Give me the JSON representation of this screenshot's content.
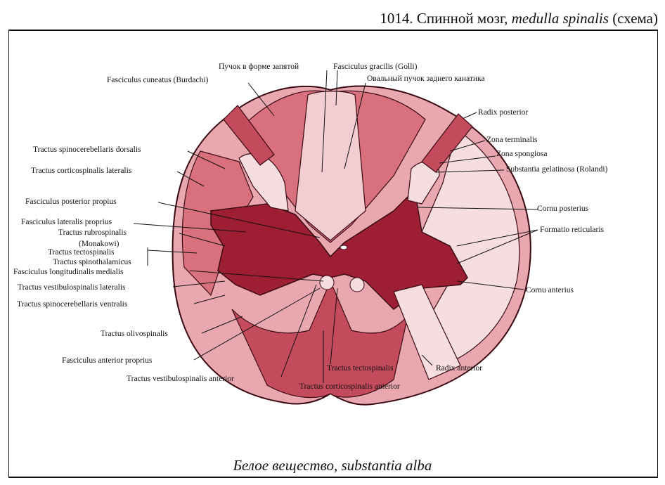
{
  "header": {
    "number": "1014.",
    "title_ru": "Спинной мозг,",
    "title_latin": "medulla spinalis",
    "title_note": "(схема)"
  },
  "caption": {
    "ru": "Белое вещество,",
    "latin": "substantia alba"
  },
  "colors": {
    "white_matter_outer": "#e9a8b0",
    "white_matter_mid": "#d9707d",
    "white_matter_dark": "#c44b5c",
    "gray_matter": "#9e1f33",
    "pale": "#f6dde0",
    "outline": "#3a0a12"
  },
  "labels": {
    "puchok_zapyatoy": "Пучок в форме запятой",
    "fasc_gracilis": "Fasciculus gracilis (Golli)",
    "fasc_cuneatus": "Fasciculus cuneatus (Burdachi)",
    "ovalny_puchok": "Овальный пучок заднего канатика",
    "radix_posterior": "Radix posterior",
    "zona_terminalis": "Zona terminalis",
    "zona_spongiosa": "Zona spongiosa",
    "subst_gelatinosa": "Substantia gelatinosa (Rolandi)",
    "tr_spinocereb_dorsalis": "Tractus spinocerebellaris dorsalis",
    "tr_corticospinalis_lat": "Tractus corticospinalis lateralis",
    "fasc_posterior_propius": "Fasciculus posterior propius",
    "cornu_posterius": "Cornu posterius",
    "fasc_lateralis_proprius": "Fasciculus lateralis proprius",
    "formatio_reticularis": "Formatio reticularis",
    "tr_rubrospinalis": "Tractus rubrospinalis",
    "monakowi": "(Monakowi)",
    "tr_tectospinalis_l": "Tractus tectospinalis",
    "tr_spinothalamicus": "Tractus spinothalamicus",
    "fasc_long_medialis": "Fasciculus longitudinalis medialis",
    "cornu_anterius": "Cornu anterius",
    "tr_vestibulospinalis_lat": "Tractus vestibulospinalis lateralis",
    "tr_spinocereb_ventralis": "Tractus spinocerebellaris ventralis",
    "tr_olivospinalis": "Tractus olivospinalis",
    "fasc_anterior_proprius": "Fasciculus anterior proprius",
    "tr_tectospinalis_a": "Tractus tectospinalis",
    "radix_anterior": "Radix anterior",
    "tr_vestibulospinalis_ant": "Tractus vestibulospinalis anterior",
    "tr_corticospinalis_ant": "Tractus corticospinalis anterior"
  }
}
